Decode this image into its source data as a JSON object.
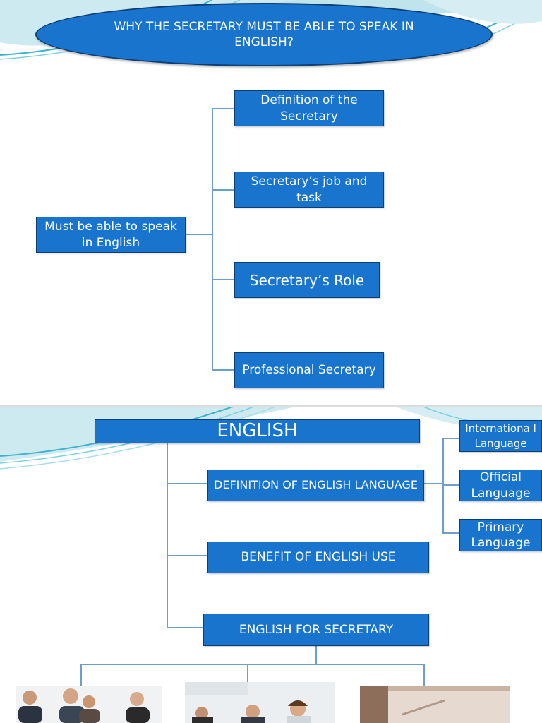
{
  "slide1": {
    "title": "WHY THE SECRETARY MUST BE ABLE TO SPEAK IN ENGLISH?",
    "root": "Must be able to speak in English",
    "branches": [
      "Definition of the Secretary",
      "Secretary’s job and task",
      "Secretary’s  Role",
      "Professional Secretary"
    ]
  },
  "slide2": {
    "root": "ENGLISH",
    "children": [
      "DEFINITION OF ENGLISH LANGUAGE",
      "BENEFIT OF ENGLISH USE",
      "ENGLISH FOR SECRETARY"
    ],
    "definition_children": [
      "Internationa l Language",
      "Official Language",
      "Primary Language"
    ]
  },
  "colors": {
    "box_fill": "#1874cd",
    "box_border": "#0d3f73",
    "connector": "#6f9ecb",
    "text": "#ffffff",
    "deco_teal": "#3fb3c9"
  },
  "images": [
    "business-people-photo-icon",
    "meeting-photo-icon",
    "document-photo-icon"
  ]
}
